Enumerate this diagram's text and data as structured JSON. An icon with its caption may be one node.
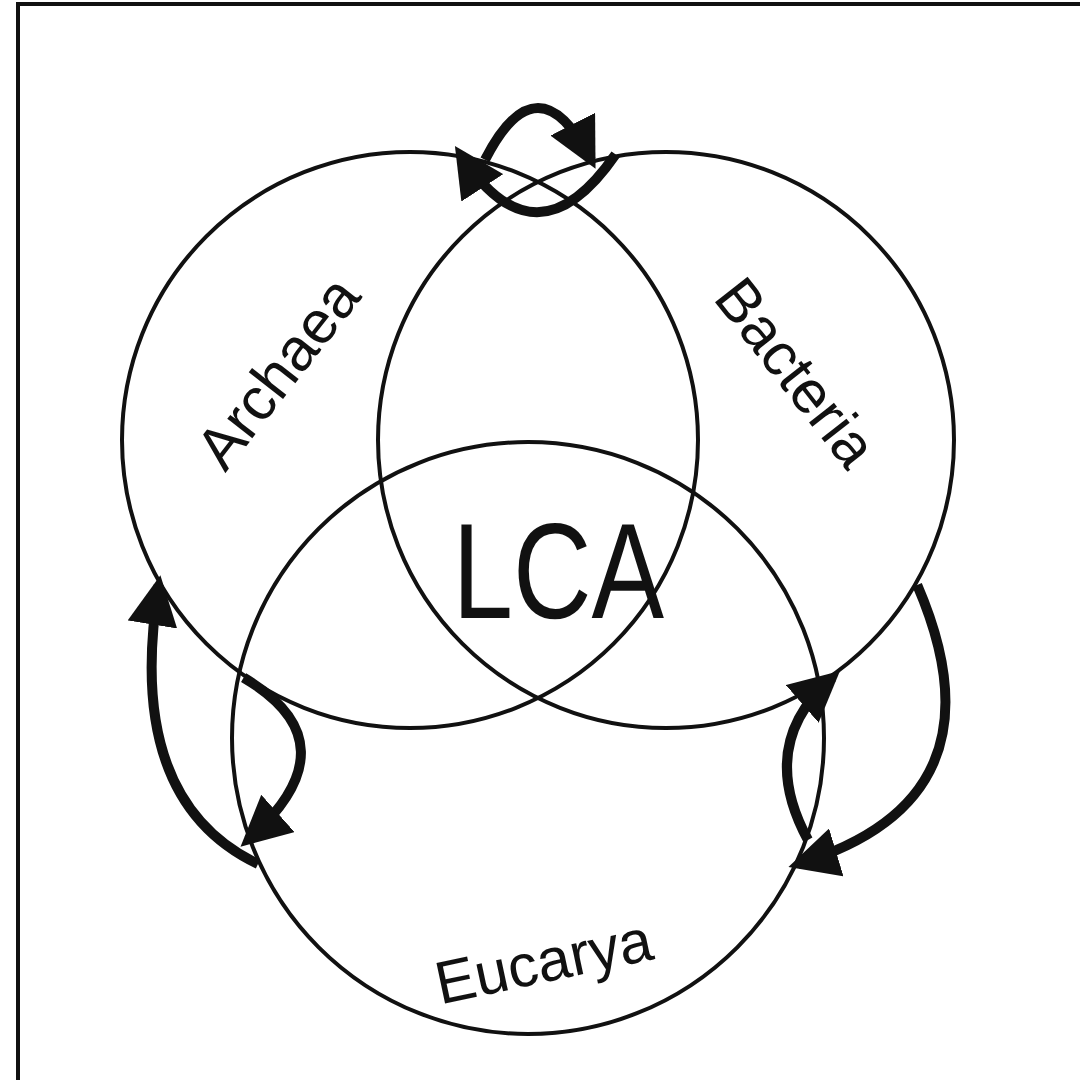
{
  "diagram": {
    "nodes": [
      {
        "text": [
          "Archaea"
        ]
      },
      {
        "text": [
          "Bacteria"
        ]
      },
      {
        "text": [
          "Eucarya"
        ]
      }
    ],
    "edges": [
      {
        "from": 0,
        "to": 1,
        "arrow": "to"
      },
      {
        "from": 1,
        "to": 0,
        "arrow": "to"
      },
      {
        "from": 2,
        "to": 0,
        "arrow": "to"
      },
      {
        "from": 0,
        "to": 2,
        "arrow": "to"
      },
      {
        "from": 1,
        "to": 2,
        "arrow": "to"
      },
      {
        "from": 2,
        "to": 1,
        "arrow": "to"
      }
    ],
    "labels": [
      "LCA"
    ]
  }
}
